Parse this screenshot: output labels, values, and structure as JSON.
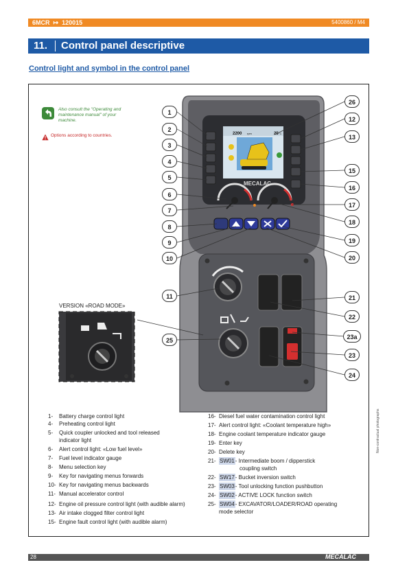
{
  "header": {
    "left": "6MCR",
    "code": "120015",
    "right": "5400860 / M4"
  },
  "title": {
    "number": "11.",
    "text": "Control panel descriptive"
  },
  "subtitle": "Control light and symbol in the control panel",
  "note": {
    "text": "Also consult the \"Operating and maintenance manual\" of your machine.",
    "options": "Options according to countries."
  },
  "panel": {
    "display_rpm": "2200",
    "rpm_unit": "rpm",
    "display_temp": "25",
    "temp_unit": "°C",
    "brand": "MECALAC"
  },
  "version_label": "VERSION «ROAD MODE»",
  "callouts": [
    "1",
    "2",
    "3",
    "4",
    "5",
    "6",
    "7",
    "8",
    "9",
    "10",
    "11",
    "25",
    "26",
    "12",
    "13",
    "15",
    "16",
    "17",
    "18",
    "19",
    "20",
    "21",
    "22",
    "23a",
    "23",
    "24"
  ],
  "legend_left": [
    {
      "num": "1-",
      "text": "Battery charge control light"
    },
    {
      "num": "4-",
      "text": "Preheating control light"
    },
    {
      "num": "5-",
      "text": "Quick coupler unlocked and tool released"
    },
    {
      "num": "",
      "text": "indicator light"
    },
    {
      "num": "6-",
      "text": "Alert control light: «Low fuel level»"
    },
    {
      "num": "7-",
      "text": "Fuel level indicator gauge"
    },
    {
      "num": "8-",
      "text": "Menu selection key"
    },
    {
      "num": "9-",
      "text": "Key for navigating menus forwards"
    },
    {
      "num": "10-",
      "text": "Key for navigating menus backwards"
    },
    {
      "num": "11-",
      "text": "Manual accelerator control"
    },
    {
      "num": "12-",
      "text": "Engine oil pressure control light (with audible alarm)"
    },
    {
      "num": "13-",
      "text": "Air intake clogged filter control light"
    },
    {
      "num": "15-",
      "text": "Engine fault control light (with audible alarm)"
    }
  ],
  "legend_right": [
    {
      "num": "16-",
      "code": "",
      "text": "Diesel fuel water contamination control light"
    },
    {
      "num": "17-",
      "code": "",
      "text": "Alert control light: «Coolant temperature high»"
    },
    {
      "num": "18-",
      "code": "",
      "text": "Engine coolant temperature indicator gauge"
    },
    {
      "num": "19-",
      "code": "",
      "text": "Enter key"
    },
    {
      "num": "20-",
      "code": "",
      "text": "Delete key"
    },
    {
      "num": "21-",
      "code": "SW01",
      "text": "- Intermediate boom / dipperstick"
    },
    {
      "num": "",
      "code": "",
      "text": "coupling switch"
    },
    {
      "num": "22-",
      "code": "SW17",
      "text": "- Bucket inversion switch"
    },
    {
      "num": "23-",
      "code": "SW03",
      "text": "- Tool unlocking function pushbutton"
    },
    {
      "num": "24-",
      "code": "SW02",
      "text": "- ACTIVE LOCK function switch"
    },
    {
      "num": "25-",
      "code": "SW04",
      "text": "- EXCAVATOR/LOADER/ROAD operating"
    },
    {
      "num": "",
      "code": "",
      "text": "mode selector"
    }
  ],
  "side_note": "Non-contractual photographs",
  "footer": {
    "page": "28",
    "logo": "MECALAC"
  }
}
